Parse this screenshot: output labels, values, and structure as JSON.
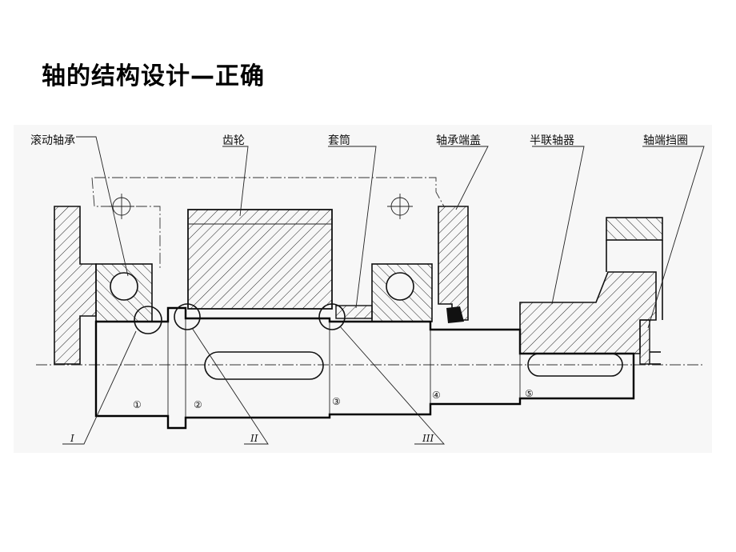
{
  "title": "轴的结构设计—正确",
  "labels": {
    "bearing": "滚动轴承",
    "gear": "齿轮",
    "sleeve": "套筒",
    "bearing_cover": "轴承端盖",
    "coupling": "半联轴器",
    "end_ring": "轴端挡圈"
  },
  "sections": [
    "①",
    "②",
    "③",
    "④",
    "⑤"
  ],
  "details": [
    "I",
    "II",
    "III"
  ],
  "colors": {
    "ink": "#111111",
    "paper": "#f7f7f7",
    "background": "#ffffff"
  }
}
